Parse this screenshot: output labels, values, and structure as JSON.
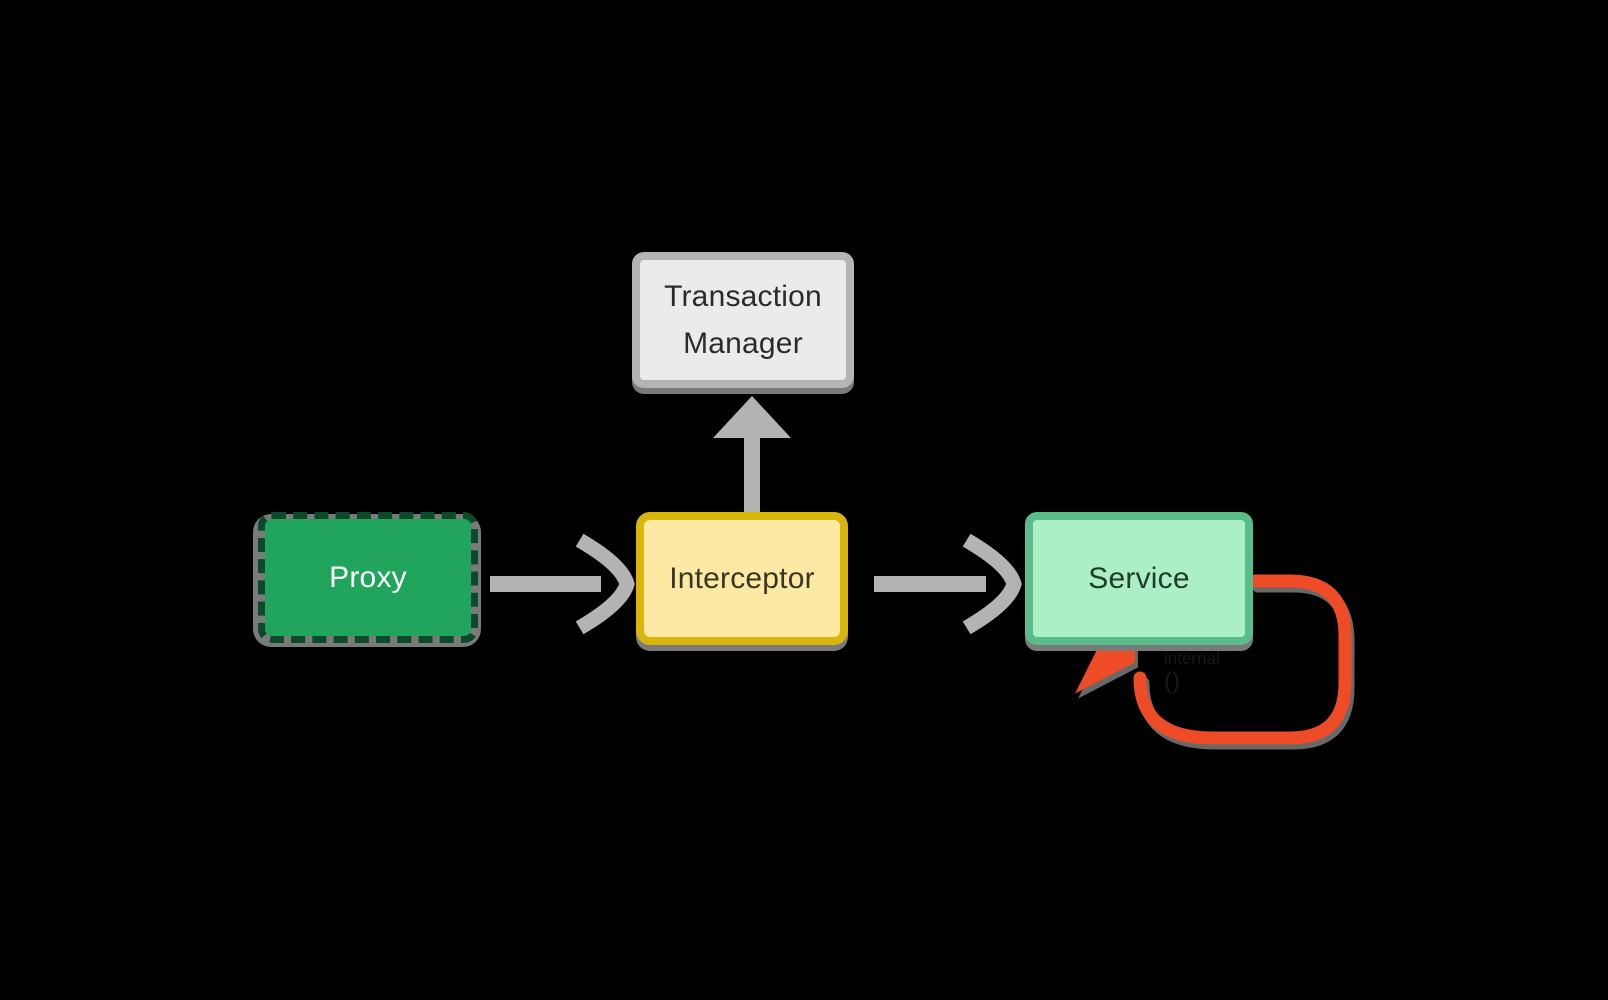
{
  "diagram_type": "flow-diagram",
  "background": "#000000",
  "nodes": {
    "proxy": {
      "label": "Proxy"
    },
    "interceptor": {
      "label": "Interceptor"
    },
    "transaction_manager": {
      "label_line1": "Transaction",
      "label_line2": "Manager"
    },
    "service": {
      "label": "Service"
    }
  },
  "edges": {
    "proxy_to_interceptor": {
      "from": "Proxy",
      "to": "Interceptor",
      "style": "gray-arrow"
    },
    "interceptor_to_service": {
      "from": "Interceptor",
      "to": "Service",
      "style": "gray-arrow"
    },
    "interceptor_to_transaction_manager": {
      "from": "Interceptor",
      "to": "Transaction Manager",
      "style": "gray-arrow"
    },
    "service_self_loop": {
      "from": "Service",
      "to": "Service",
      "style": "red-loop",
      "faint_label_line1": "internal",
      "faint_label_line2": "()"
    }
  },
  "colors": {
    "bg": "#000000",
    "proxy-fill": "#21a45b",
    "proxy-border": "#0d4a2b",
    "proxy-text": "#ffffff",
    "interceptor-fill": "#fbe9a4",
    "interceptor-border": "#d8b60c",
    "interceptor-text": "#3a3524",
    "tm-fill": "#ebebeb",
    "tm-border": "#b4b4b4",
    "tm-text": "#2b2b2b",
    "service-fill": "#abefc7",
    "service-border": "#5abd89",
    "service-text": "#1f3d2c",
    "arrow-gray": "#b3b3b3",
    "loop-red": "#ee4c26",
    "shadow-gray": "#7a7a7a",
    "faint-text": "#181818"
  }
}
